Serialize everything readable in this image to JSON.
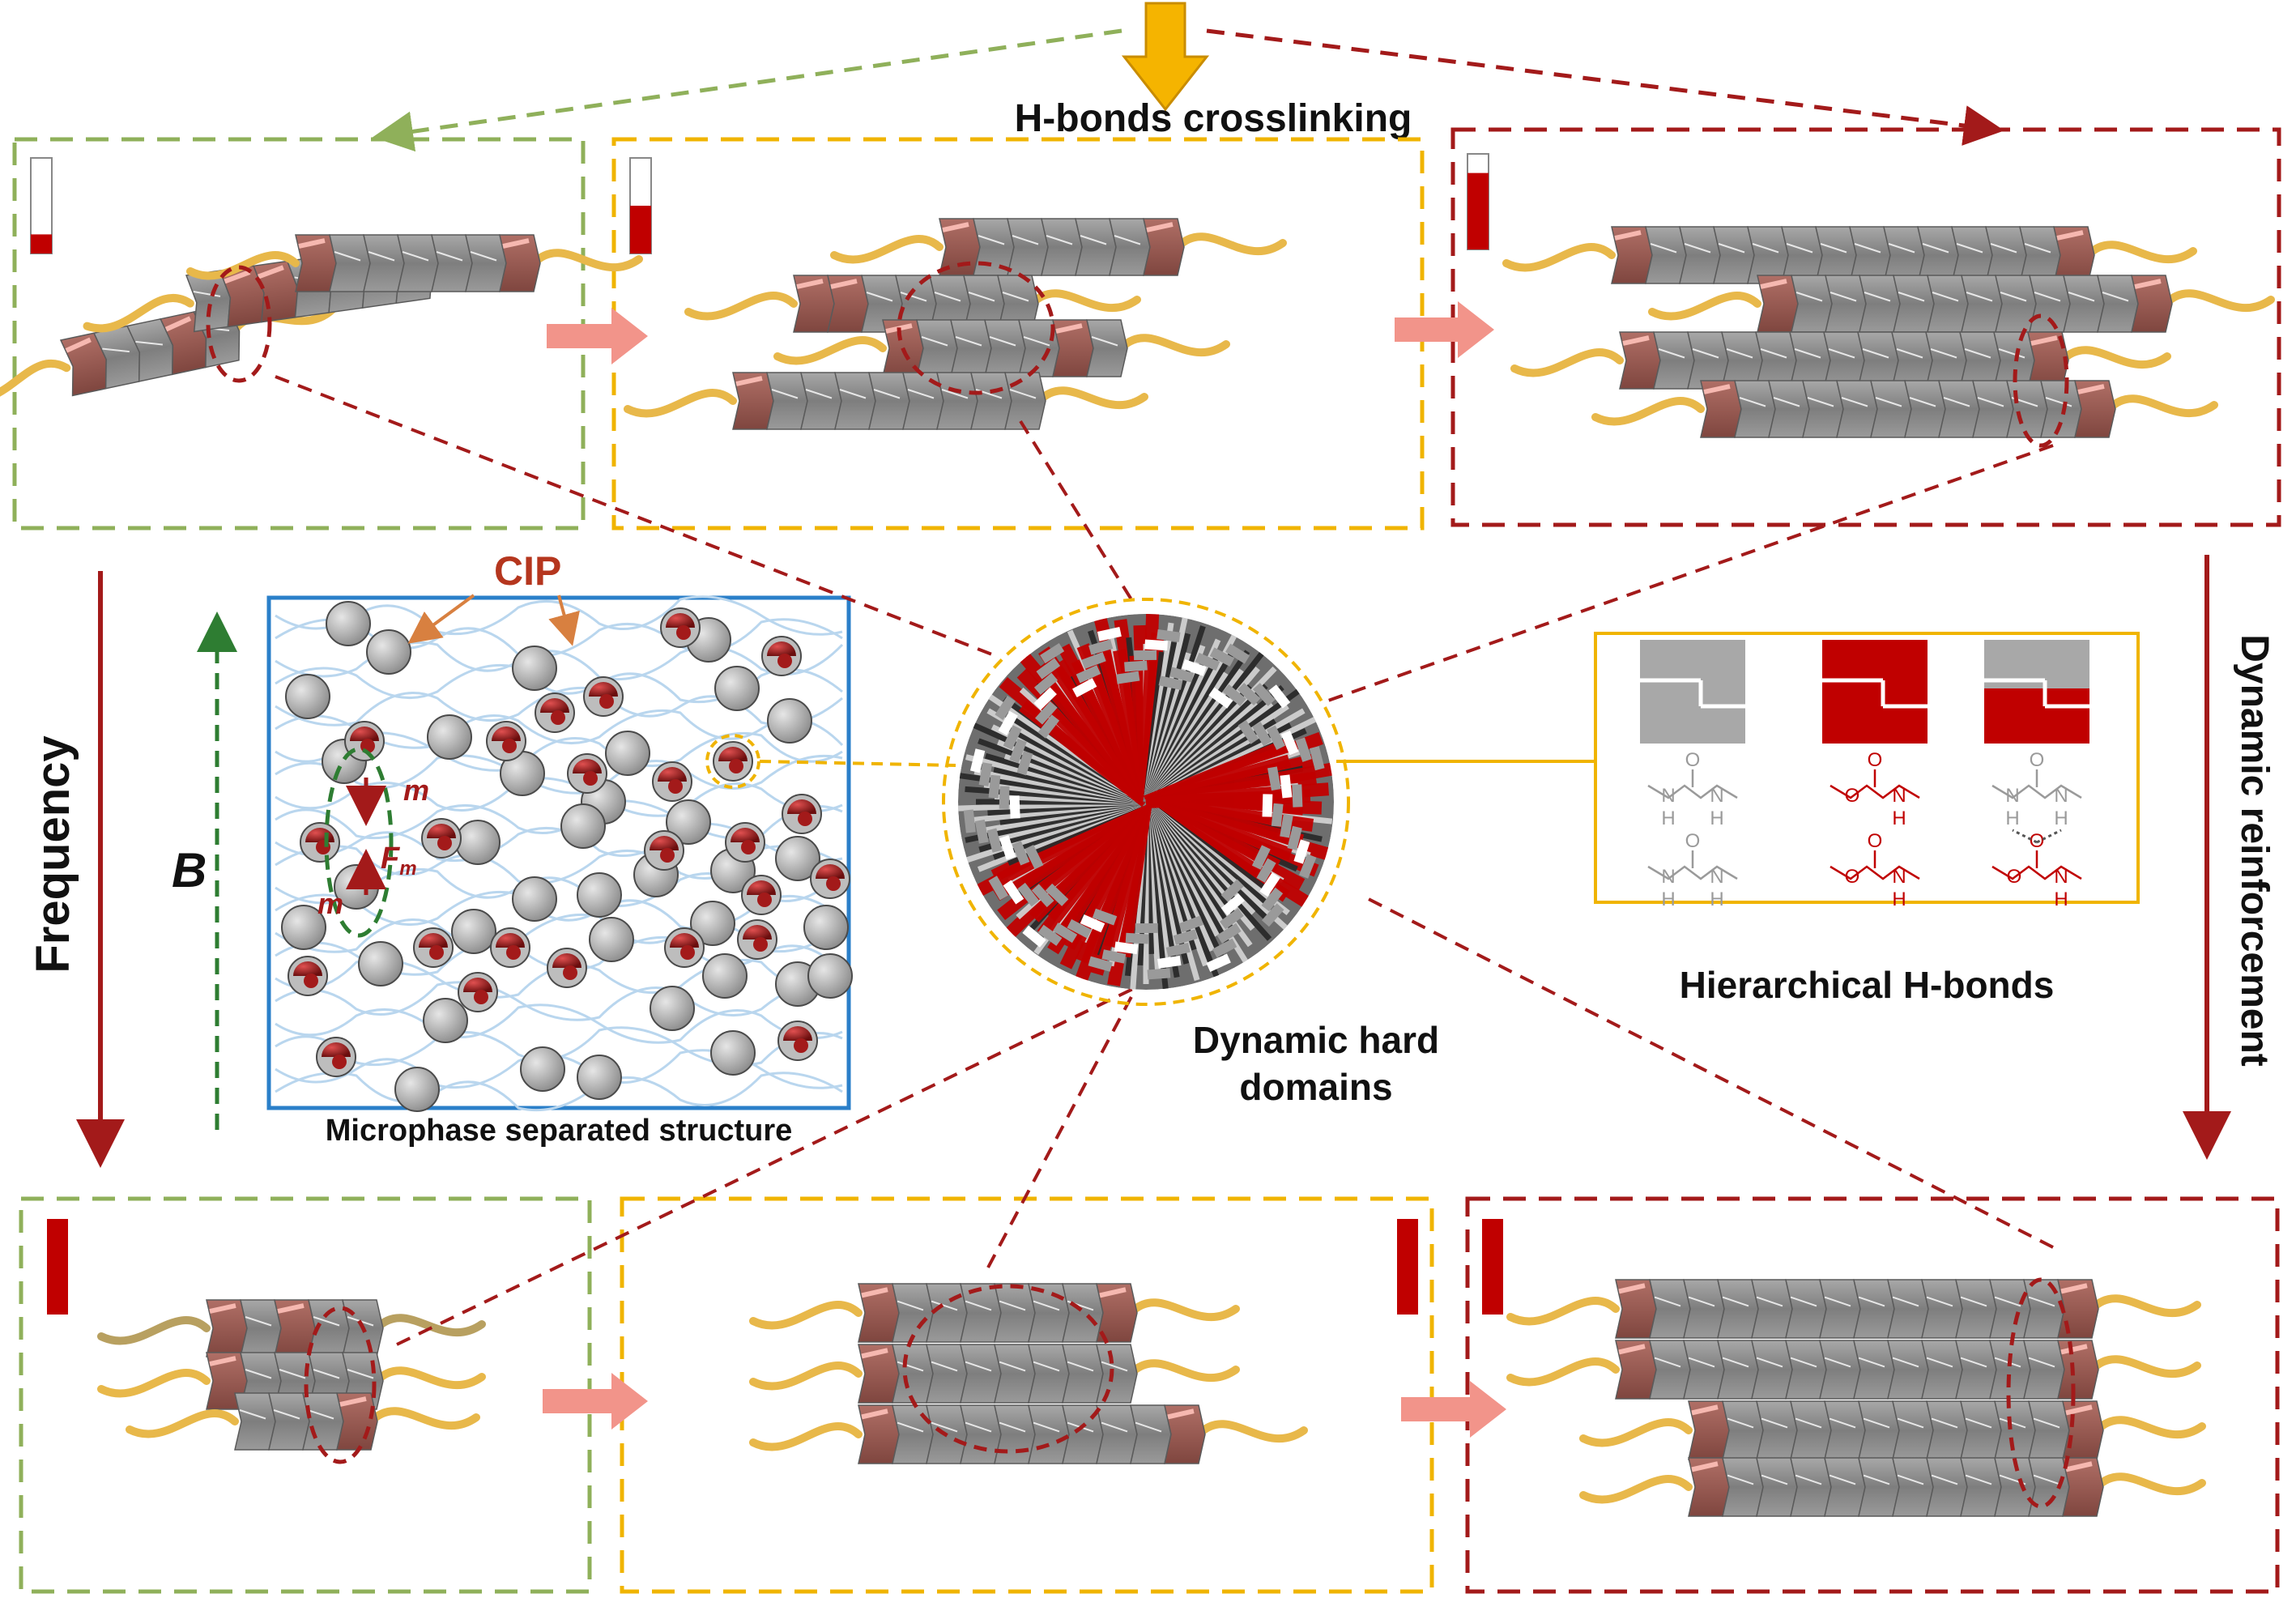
{
  "labels": {
    "top_title": "H-bonds crosslinking",
    "left_vertical": "Frequency",
    "right_vertical": "Dynamic reinforcement",
    "field_symbol": "B",
    "cip": "CIP",
    "moment_symbol": "m",
    "force_symbol": "F",
    "force_subscript": "m",
    "microphase": "Microphase separated structure",
    "hard_domains_line1": "Dynamic hard",
    "hard_domains_line2": "domains",
    "hierarchical": "Hierarchical H-bonds"
  },
  "chem": {
    "oxygen": "O",
    "nitrogen": "N",
    "hydrogen": "H"
  },
  "level_indicators": [
    {
      "panel": "top-left",
      "level": 0.2
    },
    {
      "panel": "top-middle",
      "level": 0.5
    },
    {
      "panel": "top-right",
      "level": 0.8
    },
    {
      "panel": "bottom-left",
      "level": 1.0
    },
    {
      "panel": "bottom-middle",
      "level": 1.0
    },
    {
      "panel": "bottom-right",
      "level": 1.0
    }
  ],
  "colors": {
    "green_dash": "#8fb05a",
    "yellow_dash": "#f0b400",
    "red_dash": "#a31a1a",
    "crimson": "#c00000",
    "gray_block": "#8a8a8a",
    "brown_block": "#9b5a52",
    "yellow_chain": "#e8b84a",
    "blue_frame": "#2a7fc9",
    "salmon_arrow": "#f2948a",
    "dark_green": "#2e7d32"
  }
}
